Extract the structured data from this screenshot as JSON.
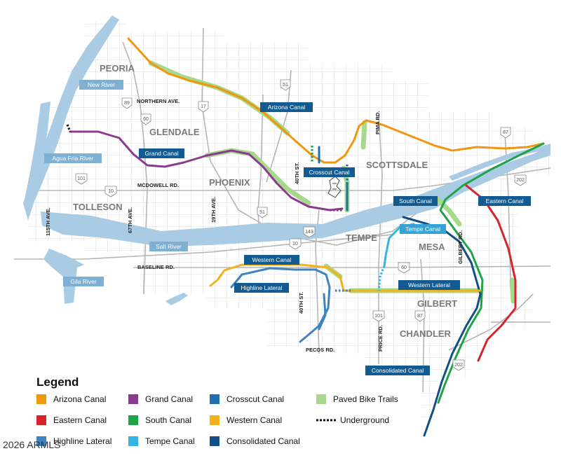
{
  "cities": [
    {
      "id": "peoria",
      "label": "PEORIA"
    },
    {
      "id": "glendale",
      "label": "GLENDALE"
    },
    {
      "id": "phoenix",
      "label": "PHOENIX"
    },
    {
      "id": "tolleson",
      "label": "TOLLESON"
    },
    {
      "id": "scottsdale",
      "label": "SCOTTSDALE"
    },
    {
      "id": "tempe",
      "label": "TEMPE"
    },
    {
      "id": "mesa",
      "label": "MESA"
    },
    {
      "id": "gilbert",
      "label": "GILBERT"
    },
    {
      "id": "chandler",
      "label": "CHANDLER"
    }
  ],
  "roads": [
    {
      "id": "northern",
      "label": "NORTHERN AVE."
    },
    {
      "id": "mcdowell",
      "label": "MCDOWELL RD."
    },
    {
      "id": "baseline",
      "label": "BASELINE RD."
    },
    {
      "id": "pecos",
      "label": "PECOS RD."
    },
    {
      "id": "ave115",
      "label": "115TH AVE."
    },
    {
      "id": "ave67",
      "label": "67TH AVE."
    },
    {
      "id": "ave19",
      "label": "19TH AVE."
    },
    {
      "id": "st40a",
      "label": "40TH ST."
    },
    {
      "id": "st40b",
      "label": "40TH ST."
    },
    {
      "id": "pima",
      "label": "PIMA RD."
    },
    {
      "id": "gilbertrd",
      "label": "GILBERT RD."
    },
    {
      "id": "price",
      "label": "PRICE RD."
    }
  ],
  "shields": [
    {
      "id": "s51a",
      "label": "51"
    },
    {
      "id": "s89",
      "label": "89"
    },
    {
      "id": "s60a",
      "label": "60"
    },
    {
      "id": "s17",
      "label": "17"
    },
    {
      "id": "s87a",
      "label": "87"
    },
    {
      "id": "s202a",
      "label": "202"
    },
    {
      "id": "s101a",
      "label": "101"
    },
    {
      "id": "s10a",
      "label": "10"
    },
    {
      "id": "s51b",
      "label": "51"
    },
    {
      "id": "s143",
      "label": "143"
    },
    {
      "id": "s10b",
      "label": "10"
    },
    {
      "id": "s60b",
      "label": "60"
    },
    {
      "id": "s101b",
      "label": "101"
    },
    {
      "id": "s87b",
      "label": "87"
    },
    {
      "id": "s202b",
      "label": "202"
    }
  ],
  "water_tags": [
    {
      "id": "new-river",
      "label": "New River"
    },
    {
      "id": "agua-fria",
      "label": "Agua Fria River"
    },
    {
      "id": "salt-river",
      "label": "Salt River"
    },
    {
      "id": "gila-river",
      "label": "Gila River"
    },
    {
      "id": "tempe-canal-tag",
      "label": "Tempe Canal"
    }
  ],
  "canal_tags": [
    {
      "id": "arizona-canal-tag",
      "label": "Arizona Canal"
    },
    {
      "id": "grand-canal-tag",
      "label": "Grand Canal"
    },
    {
      "id": "crosscut-canal-tag",
      "label": "Crosscut Canal"
    },
    {
      "id": "south-canal-tag",
      "label": "South Canal"
    },
    {
      "id": "eastern-canal-tag",
      "label": "Eastern Canal"
    },
    {
      "id": "western-canal-tag",
      "label": "Western Canal"
    },
    {
      "id": "highline-lateral-tag",
      "label": "Highline Lateral"
    },
    {
      "id": "western-lateral-tag",
      "label": "Western Lateral"
    },
    {
      "id": "consolidated-canal-tag",
      "label": "Consolidated Canal"
    }
  ],
  "colors": {
    "arizona": "#f0960f",
    "grand": "#8b3b8f",
    "crosscut": "#1f6fb0",
    "eastern": "#d7232a",
    "south": "#1fa346",
    "western": "#f3b11c",
    "highline": "#3f82c2",
    "tempe": "#34b4e4",
    "consolidated": "#124f86",
    "bike": "#a7d88b",
    "water": "#a9cbe4",
    "grid": "#d4d4d4",
    "tag_dark": "#125a8f",
    "tag_light": "#7eb0d4"
  },
  "legend": {
    "title": "Legend",
    "items": [
      {
        "label": "Arizona Canal",
        "color": "#f0960f",
        "kind": "swatch"
      },
      {
        "label": "Grand Canal",
        "color": "#8b3b8f",
        "kind": "swatch"
      },
      {
        "label": "Crosscut Canal",
        "color": "#1f6fb0",
        "kind": "swatch"
      },
      {
        "label": "Paved Bike Trails",
        "color": "#a7d88b",
        "kind": "swatch"
      },
      {
        "label": "Eastern Canal",
        "color": "#d7232a",
        "kind": "swatch"
      },
      {
        "label": "South Canal",
        "color": "#1fa346",
        "kind": "swatch"
      },
      {
        "label": "Western Canal",
        "color": "#f3b11c",
        "kind": "swatch"
      },
      {
        "label": "Underground",
        "color": "#111111",
        "kind": "dots"
      },
      {
        "label": "Highline Lateral",
        "color": "#3f82c2",
        "kind": "swatch"
      },
      {
        "label": "Tempe Canal",
        "color": "#34b4e4",
        "kind": "swatch"
      },
      {
        "label": "Consolidated Canal",
        "color": "#124f86",
        "kind": "swatch"
      }
    ]
  },
  "watermark": "2026 ARMLS"
}
